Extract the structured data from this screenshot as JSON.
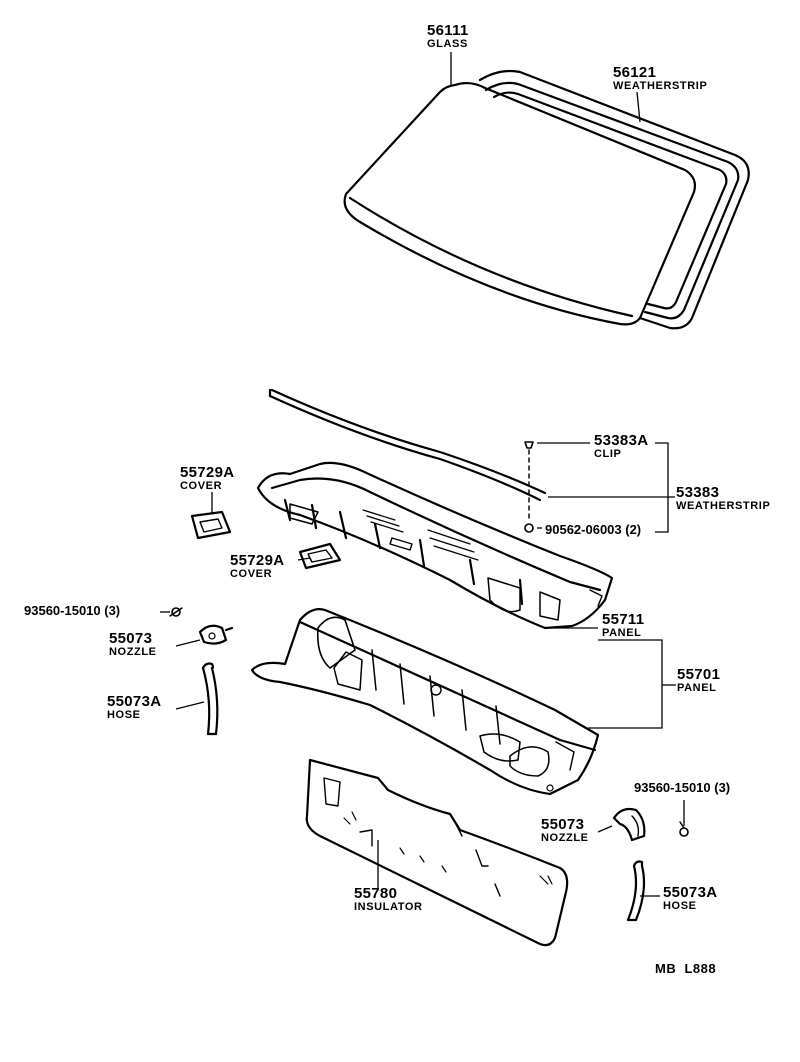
{
  "colors": {
    "line": "#000000",
    "paper": "#ffffff"
  },
  "parts": [
    {
      "id": "glass",
      "number": "56111",
      "name": "GLASS"
    },
    {
      "id": "weatherstrip-glass",
      "number": "56121",
      "name": "WEATHERSTRIP"
    },
    {
      "id": "clip",
      "number": "53383A",
      "name": "CLIP"
    },
    {
      "id": "weatherstrip-cowl",
      "number": "53383",
      "name": "WEATHERSTRIP"
    },
    {
      "id": "screw",
      "number": "90562-06003 (2)"
    },
    {
      "id": "cover-left",
      "number": "55729A",
      "name": "COVER"
    },
    {
      "id": "cover-center",
      "number": "55729A",
      "name": "COVER"
    },
    {
      "id": "screw-left",
      "number": "93560-15010 (3)"
    },
    {
      "id": "nozzle-left",
      "number": "55073",
      "name": "NOZZLE"
    },
    {
      "id": "hose-left",
      "number": "55073A",
      "name": "HOSE"
    },
    {
      "id": "panel-upper",
      "number": "55711",
      "name": "PANEL"
    },
    {
      "id": "panel-assy",
      "number": "55701",
      "name": "PANEL"
    },
    {
      "id": "screw-right",
      "number": "93560-15010 (3)"
    },
    {
      "id": "nozzle-right",
      "number": "55073",
      "name": "NOZZLE"
    },
    {
      "id": "insulator",
      "number": "55780",
      "name": "INSULATOR"
    },
    {
      "id": "hose-right",
      "number": "55073A",
      "name": "HOSE"
    }
  ],
  "diagram_code": "MB  L888"
}
